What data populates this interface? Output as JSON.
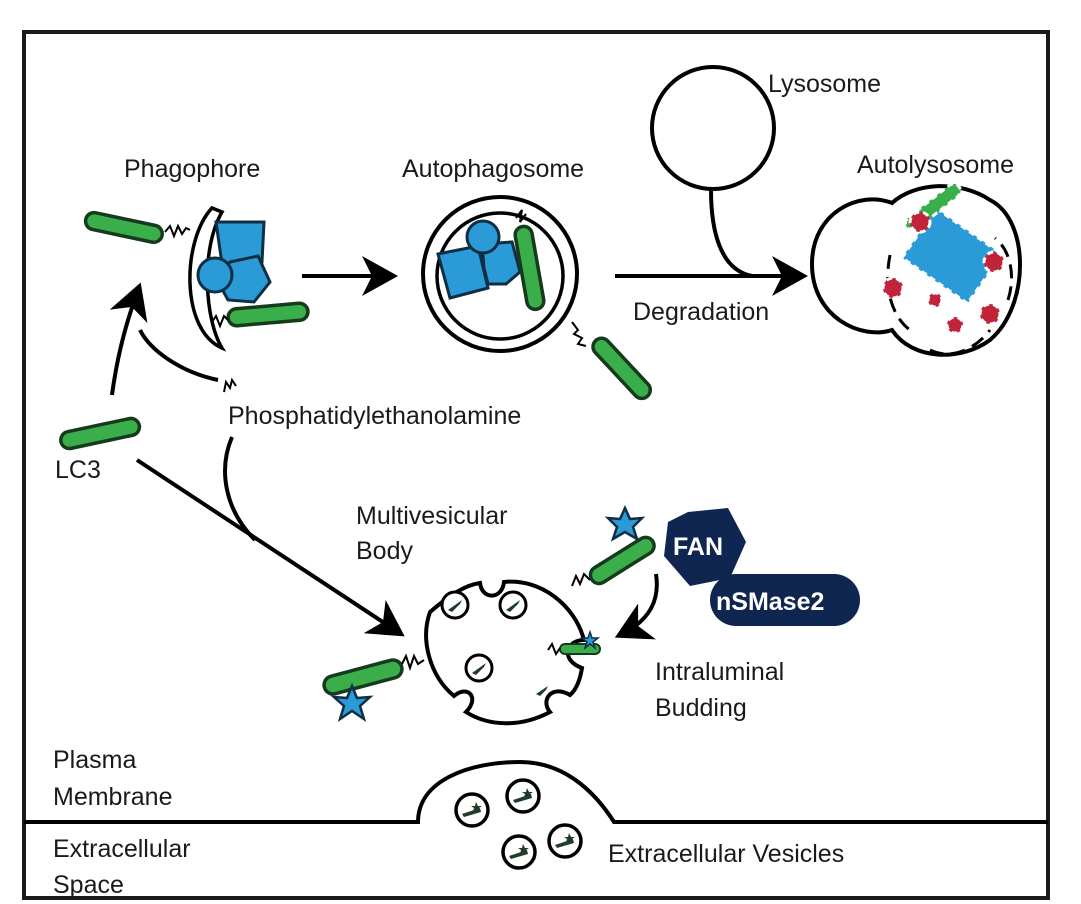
{
  "colors": {
    "lc3_rod": "#3aae4a",
    "cargo": "#2b9bd8",
    "enzyme": "#0f2650",
    "degraded": "#c0233a",
    "outline": "#000000"
  },
  "labels": {
    "phagophore": "Phagophore",
    "autophagosome": "Autophagosome",
    "lysosome": "Lysosome",
    "autolysosome": "Autolysosome",
    "degradation": "Degradation",
    "phosphatidylethanolamine": "Phosphatidylethanolamine",
    "lc3": "LC3",
    "mvb_line1": "Multivesicular",
    "mvb_line2": "Body",
    "fan": "FAN",
    "nsmase2": "nSMase2",
    "budding_line1": "Intraluminal",
    "budding_line2": "Budding",
    "plasma_line1": "Plasma",
    "plasma_line2": "Membrane",
    "extracellular_line1": "Extracellular",
    "extracellular_line2": "Space",
    "extracellular_vesicles": "Extracellular Vesicles"
  }
}
